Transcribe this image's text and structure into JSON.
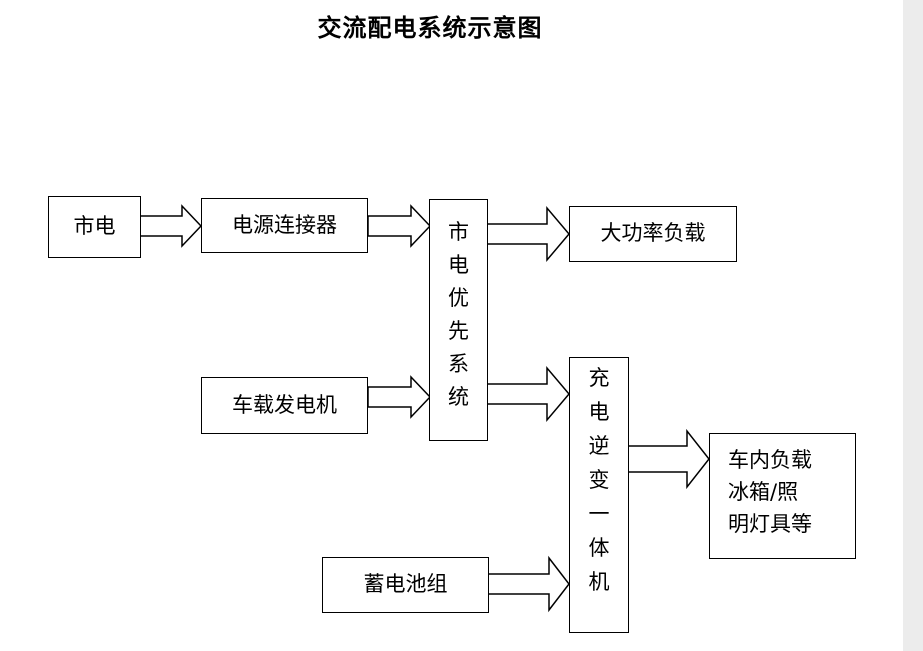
{
  "diagram": {
    "title": "交流配电系统示意图",
    "nodes": {
      "grid": "市电",
      "connector": "电源连接器",
      "priority": [
        "市",
        "电",
        "优",
        "先",
        "系",
        "统"
      ],
      "high_power_load": "大功率负载",
      "generator": "车载发电机",
      "battery": "蓄电池组",
      "inverter": [
        "充",
        "电",
        "逆",
        "变",
        "一",
        "体",
        "机"
      ],
      "cabin_load": [
        "车内负载",
        "冰箱/照",
        "明灯具等"
      ]
    },
    "edges": [
      {
        "from": "grid",
        "to": "connector"
      },
      {
        "from": "connector",
        "to": "priority"
      },
      {
        "from": "generator",
        "to": "priority"
      },
      {
        "from": "priority",
        "to": "high_power_load"
      },
      {
        "from": "priority",
        "to": "inverter"
      },
      {
        "from": "battery",
        "to": "inverter"
      },
      {
        "from": "inverter",
        "to": "cabin_load"
      }
    ],
    "colors": {
      "line": "#000000",
      "background": "#ffffff",
      "right_strip": "#ececec"
    }
  }
}
